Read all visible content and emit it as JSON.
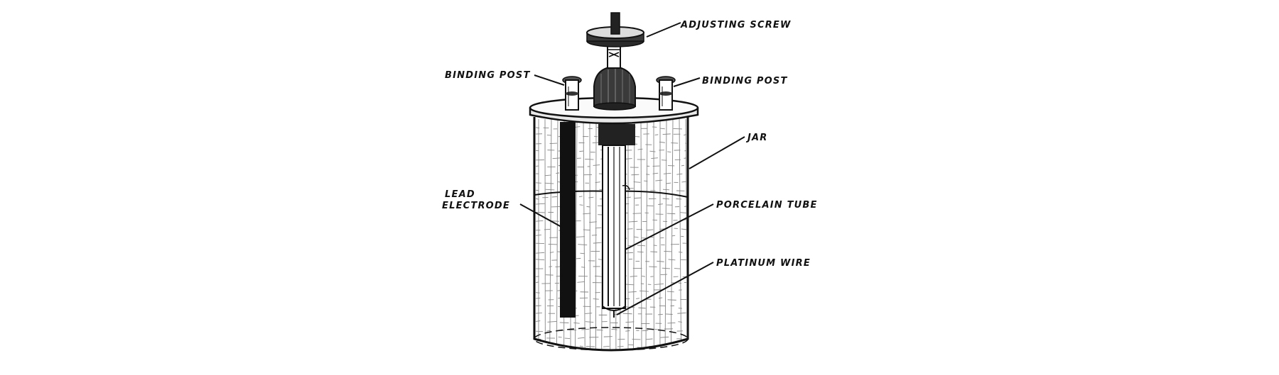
{
  "diagram": {
    "labels": {
      "adjusting_screw": "ADJUSTING SCREW",
      "binding_post_left": "BINDING POST",
      "binding_post_right": "BINDING POST",
      "jar": "JAR",
      "lead_electrode_line1": "LEAD",
      "lead_electrode_line2": "ELECTRODE",
      "porcelain_tube": "PORCELAIN TUBE",
      "platinum_wire": "PLATINUM WIRE"
    },
    "colors": {
      "ink": "#111111",
      "background": "#ffffff"
    }
  }
}
